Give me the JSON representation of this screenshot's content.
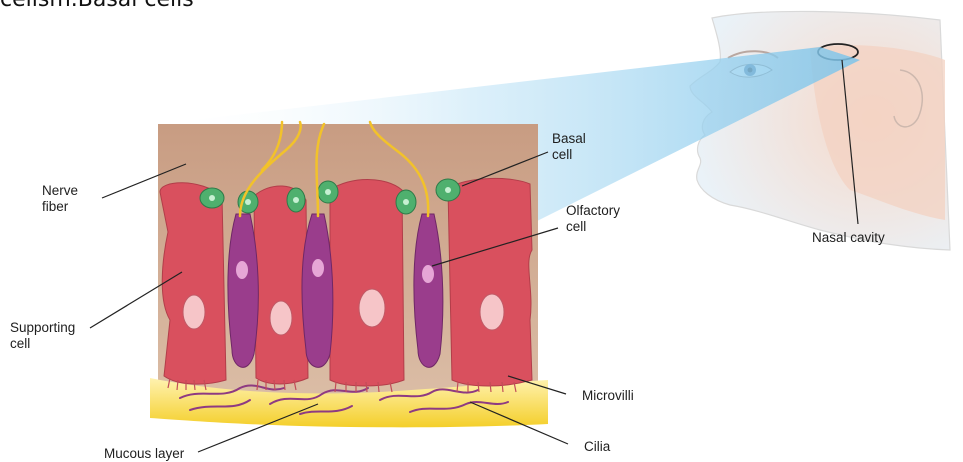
{
  "caption": "cellsm.Basal cells",
  "labels": {
    "nerve_fiber": [
      "Nerve",
      "fiber"
    ],
    "supporting_cell": [
      "Supporting",
      "cell"
    ],
    "mucous_layer": "Mucous layer",
    "basal_cell": [
      "Basal",
      "cell"
    ],
    "olfactory_cell": [
      "Olfactory",
      "cell"
    ],
    "microvilli": "Microvilli",
    "cilia": "Cilia",
    "nasal_cavity": "Nasal cavity"
  },
  "colors": {
    "connective_tissue": "#d8b79e",
    "supporting_cell": "#d9505e",
    "supporting_nucleus": "#f6c5c8",
    "olfactory_cell": "#9a3d8c",
    "olfactory_nucleus": "#e6a6d6",
    "basal_cell": "#4fb06e",
    "nerve_fiber": "#f2c22a",
    "mucous_layer": "#f6d84a",
    "projection_cone": "#9fd3ef",
    "face_tint": "#f3d2c2",
    "leader_line": "#222222"
  }
}
